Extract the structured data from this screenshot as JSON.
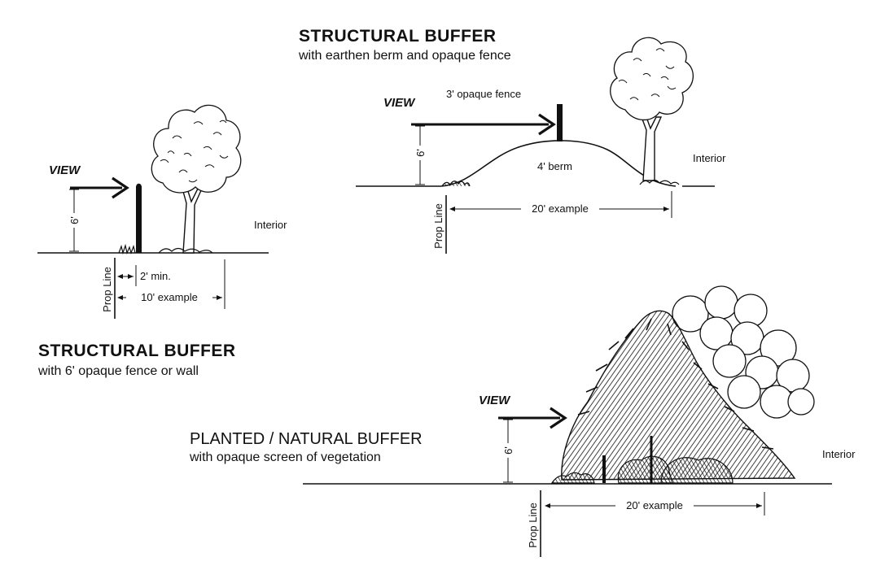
{
  "diagrams": {
    "fence_buffer": {
      "title": "STRUCTURAL BUFFER",
      "subtitle": "with 6' opaque fence or wall",
      "view_label": "VIEW",
      "height_label": "6'",
      "interior_label": "Interior",
      "prop_line_label": "Prop Line",
      "min_offset_label": "2' min.",
      "width_label": "10' example"
    },
    "berm_buffer": {
      "title": "STRUCTURAL BUFFER",
      "subtitle": "with earthen berm and opaque fence",
      "view_label": "VIEW",
      "fence_label": "3' opaque fence",
      "berm_label": "4' berm",
      "height_label": "6'",
      "interior_label": "Interior",
      "prop_line_label": "Prop Line",
      "width_label": "20' example"
    },
    "planted_buffer": {
      "title": "PLANTED / NATURAL BUFFER",
      "subtitle": "with opaque screen of vegetation",
      "view_label": "VIEW",
      "height_label": "6'",
      "interior_label": "Interior",
      "prop_line_label": "Prop Line",
      "width_label": "20' example"
    }
  },
  "colors": {
    "ink": "#111111",
    "paper": "#ffffff"
  }
}
